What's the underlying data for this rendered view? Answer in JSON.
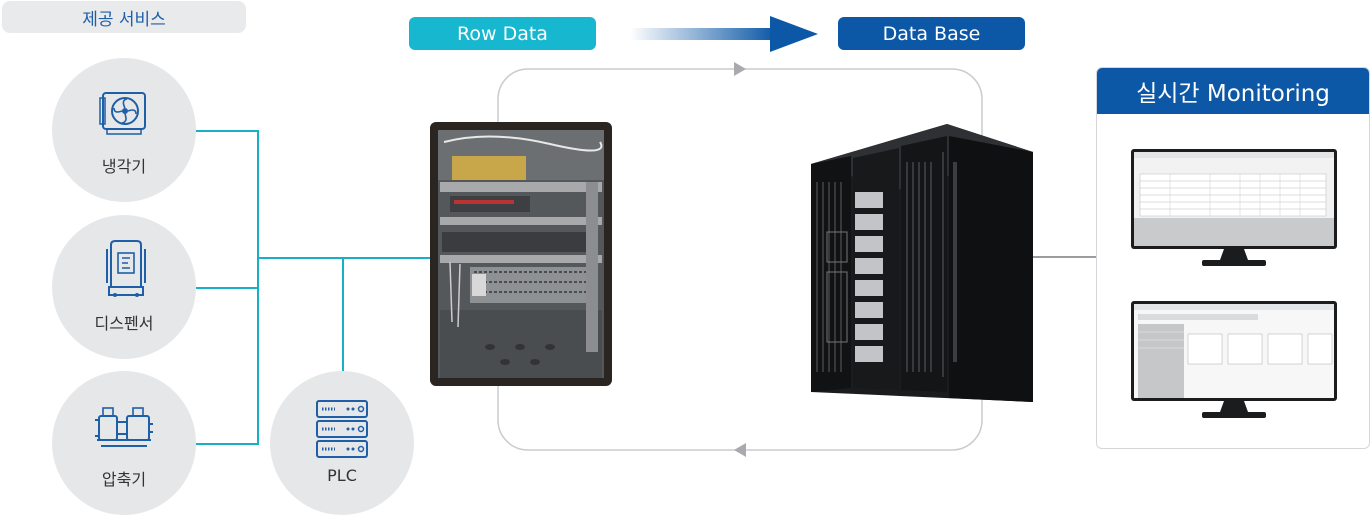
{
  "service_header": "제공 서비스",
  "devices": [
    {
      "label": "냉각기",
      "icon": "cooler-icon"
    },
    {
      "label": "디스펜서",
      "icon": "dispenser-icon"
    },
    {
      "label": "압축기",
      "icon": "compressor-icon"
    },
    {
      "label": "PLC",
      "icon": "plc-icon"
    }
  ],
  "flow": {
    "row_data": "Row Data",
    "data_base": "Data Base"
  },
  "monitoring": {
    "title": "실시간 Monitoring"
  },
  "colors": {
    "accent_cyan": "#16b7cf",
    "accent_blue": "#0d58a6",
    "line_cyan": "#18b0c9"
  }
}
